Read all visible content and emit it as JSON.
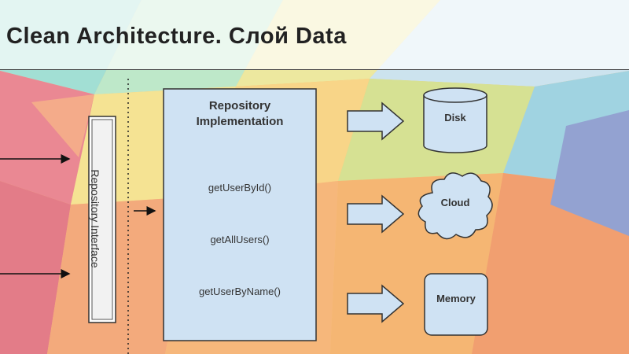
{
  "slide": {
    "title": "Clean Architecture. Слой Data"
  },
  "diagram": {
    "repository_interface_label": "Repository Interface",
    "repository_implementation": {
      "title_line1": "Repository",
      "title_line2": "Implementation",
      "methods": [
        "getUserById()",
        "getAllUsers()",
        "getUserByName()"
      ]
    },
    "data_sources": {
      "disk": "Disk",
      "cloud": "Cloud",
      "memory": "Memory"
    }
  },
  "colors": {
    "box_fill": "#cfe2f3",
    "box_stroke": "#333333",
    "arrow_fill": "#cfe2f3"
  }
}
